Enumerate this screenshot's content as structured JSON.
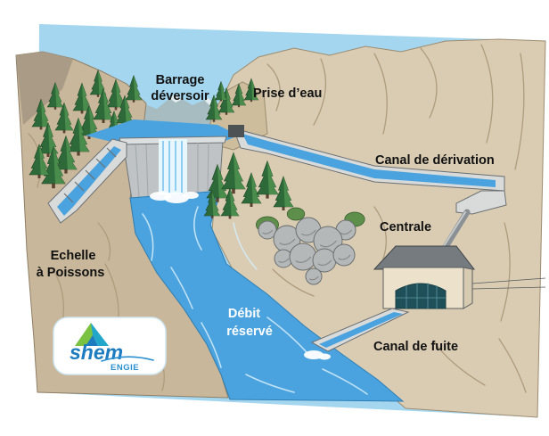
{
  "labels": {
    "barrage_line1": "Barrage",
    "barrage_line2": "déversoir",
    "prise_eau": "Prise d’eau",
    "canal_derivation": "Canal de dérivation",
    "centrale": "Centrale",
    "echelle_line1": "Echelle",
    "echelle_line2": "à Poissons",
    "debit_line1": "Débit",
    "debit_line2": "réservé",
    "canal_fuite": "Canal de fuite"
  },
  "logo": {
    "brand": "shem",
    "group": "ENGIE"
  },
  "colors": {
    "sky": "#a5d6ef",
    "water": "#4aa3de",
    "water_light": "#8fcdf2",
    "mountain": "#d9ccb2",
    "left_bank": "#c8b79a",
    "forest": "#2e6a39",
    "stone": "#b5b8b9",
    "roof": "#767b7f",
    "building_wall": "#ece2cc",
    "label": "#111111",
    "label_on_water": "#ffffff",
    "logo_blue": "#1d7cc0"
  }
}
